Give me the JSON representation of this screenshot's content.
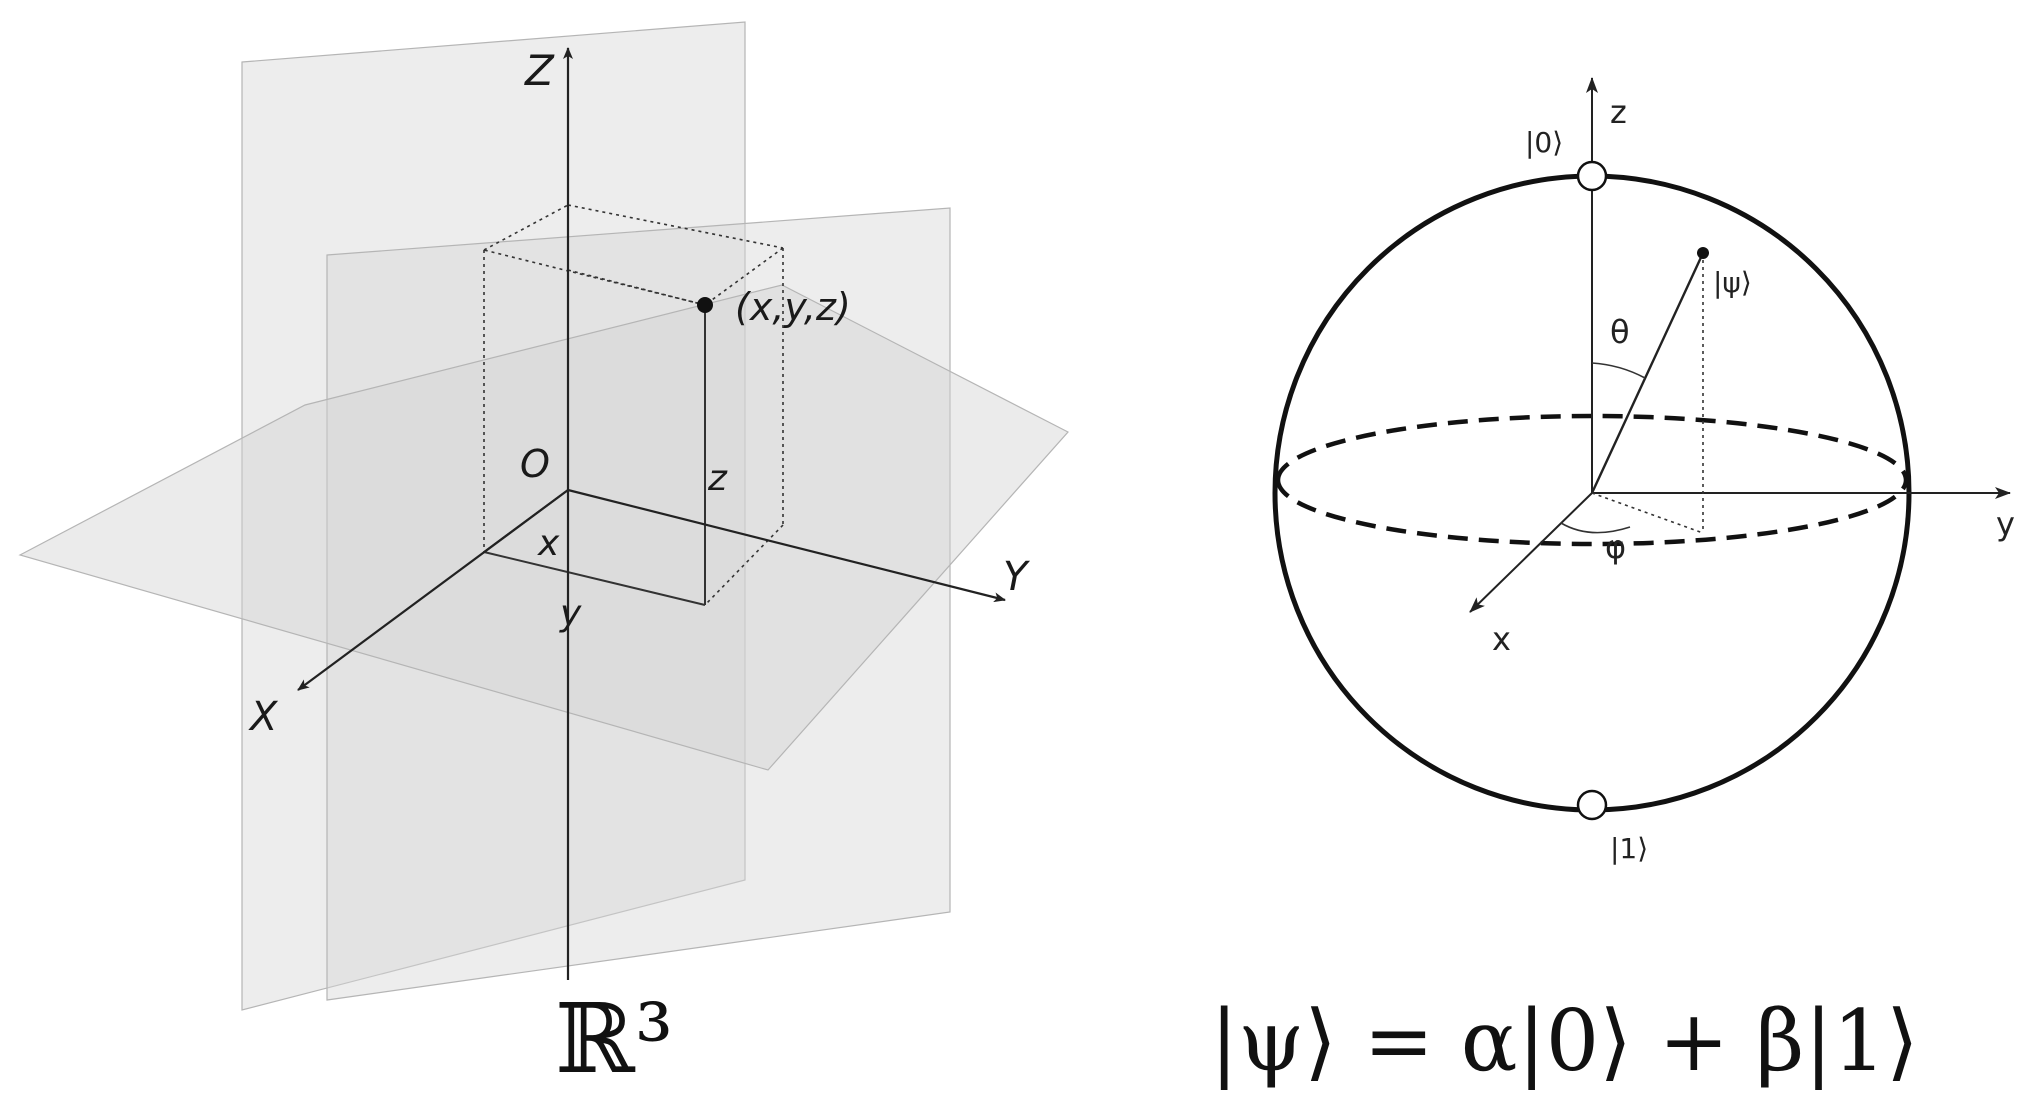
{
  "left_diagram": {
    "axis_labels": {
      "z": "Z",
      "y": "Y",
      "x": "X"
    },
    "origin_label": "O",
    "point_label": "(x,y,z)",
    "component_labels": {
      "x": "x",
      "y": "y",
      "z": "z"
    },
    "caption": "ℝ³"
  },
  "right_diagram": {
    "axis_labels": {
      "z": "z",
      "y": "y",
      "x": "x"
    },
    "north_pole_label": "|0⟩",
    "south_pole_label": "|1⟩",
    "state_label": "|ψ⟩",
    "theta_label": "θ",
    "phi_label": "φ",
    "caption": "|ψ⟩ = α|0⟩ + β|1⟩"
  }
}
